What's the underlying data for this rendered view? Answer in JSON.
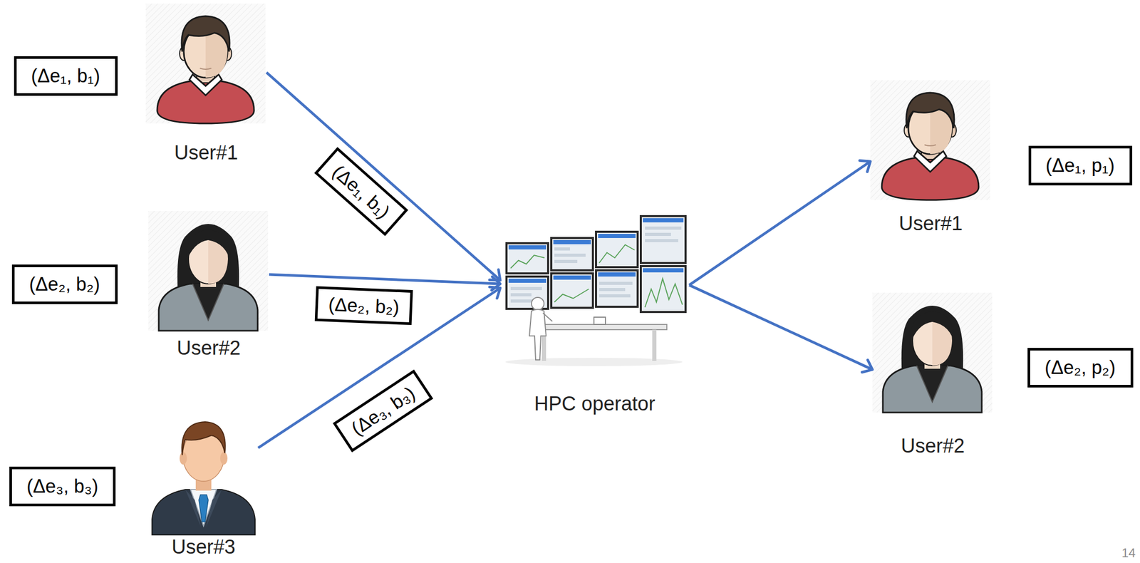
{
  "diagram": {
    "nodes": [
      {
        "text": [
          "(Δe₁, b₁)"
        ]
      },
      {
        "text": [
          "User#1"
        ]
      },
      {
        "text": [
          "(Δe₂, b₂)"
        ]
      },
      {
        "text": [
          "User#2"
        ]
      },
      {
        "text": [
          "(Δe₃, b₃)"
        ]
      },
      {
        "text": [
          "User#3"
        ]
      },
      {
        "text": [
          "HPC operator"
        ]
      },
      {
        "text": [
          "User#1"
        ]
      },
      {
        "text": [
          "(Δe₁, p₁)"
        ]
      },
      {
        "text": [
          "User#2"
        ]
      },
      {
        "text": [
          "(Δe₂, p₂)"
        ]
      }
    ],
    "edges": [
      {
        "from": 1,
        "to": 6,
        "arrow": "to",
        "label": "(Δe₁, b₁)"
      },
      {
        "from": 3,
        "to": 6,
        "arrow": "to",
        "label": "(Δe₂, b₂)"
      },
      {
        "from": 5,
        "to": 6,
        "arrow": "to",
        "label": "(Δe₃, b₃)"
      },
      {
        "from": 6,
        "to": 7,
        "arrow": "to"
      },
      {
        "from": 6,
        "to": 9,
        "arrow": "to"
      }
    ],
    "labels": [
      "14"
    ]
  }
}
